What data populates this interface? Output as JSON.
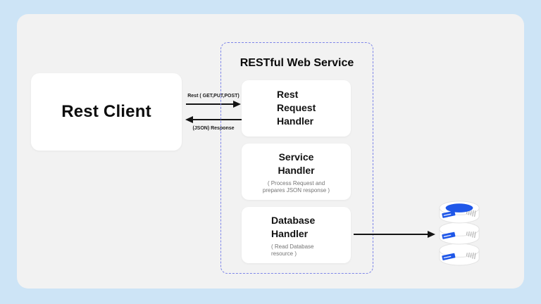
{
  "colors": {
    "background": "#cde4f6",
    "panel": "#f2f2f2",
    "box": "#ffffff",
    "dashed_border": "#7d85e8",
    "accent_blue": "#1f57e8",
    "arrow": "#141414"
  },
  "client_box": {
    "label": "Rest Client"
  },
  "service_container": {
    "title": "RESTful Web Service",
    "rest_request_handler": {
      "line1": "Rest",
      "line2": "Request",
      "line3": "Handler"
    },
    "service_handler": {
      "line1": "Service",
      "line2": "Handler",
      "subtitle_line1": "( Process Request and",
      "subtitle_line2": "prepares JSON response )"
    },
    "database_handler": {
      "line1": "Database",
      "line2": "Handler",
      "subtitle_line1": "( Read Database",
      "subtitle_line2": "resource )"
    }
  },
  "arrows": {
    "request_label": "Rest ( GET,PUT,POST)",
    "response_label": "(JSON) Response"
  },
  "icons": {
    "database": "database-stack-icon"
  }
}
